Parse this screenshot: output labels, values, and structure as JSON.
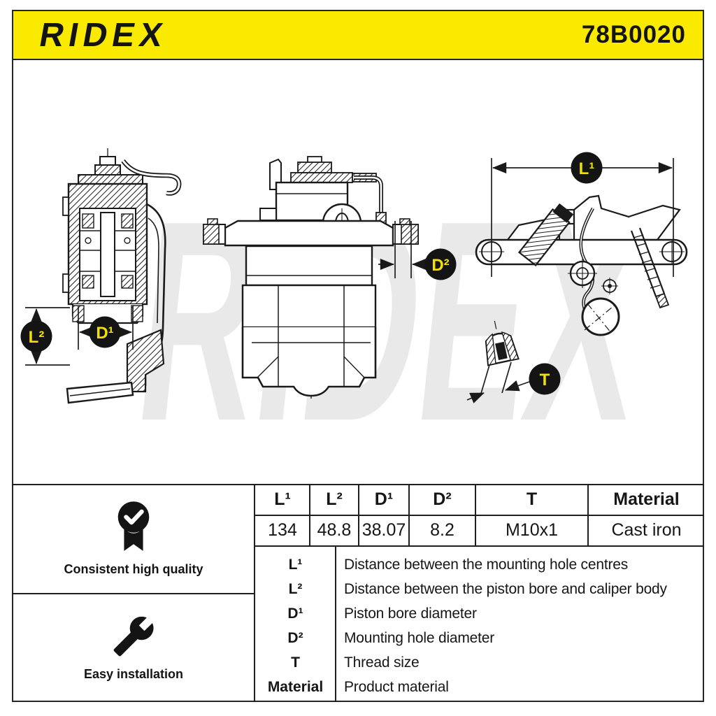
{
  "header": {
    "brand": "RIDEX",
    "part_number": "78B0020"
  },
  "watermark": {
    "text": "RIDEX"
  },
  "diagram": {
    "labels": {
      "l1": "L¹",
      "l2": "L²",
      "d1": "D¹",
      "d2": "D²",
      "t": "T"
    }
  },
  "features": [
    {
      "icon": "quality-badge-icon",
      "label": "Consistent high quality"
    },
    {
      "icon": "wrench-icon",
      "label": "Easy installation"
    }
  ],
  "spec_table": {
    "columns": [
      "L¹",
      "L²",
      "D¹",
      "D²",
      "T",
      "Material"
    ],
    "values": [
      "134",
      "48.8",
      "38.07",
      "8.2",
      "M10x1",
      "Cast iron"
    ]
  },
  "legend": [
    {
      "symbol": "L¹",
      "description": "Distance between the mounting hole centres"
    },
    {
      "symbol": "L²",
      "description": "Distance between the piston bore and caliper body"
    },
    {
      "symbol": "D¹",
      "description": "Piston bore diameter"
    },
    {
      "symbol": "D²",
      "description": "Mounting hole diameter"
    },
    {
      "symbol": "T",
      "description": "Thread size"
    },
    {
      "symbol": "Material",
      "description": "Product material"
    }
  ],
  "colors": {
    "accent_yellow": "#f9ea00",
    "label_text_yellow": "#f2df07",
    "line_black": "#1a1a1a",
    "watermark_gray": "#e9e9e9"
  }
}
